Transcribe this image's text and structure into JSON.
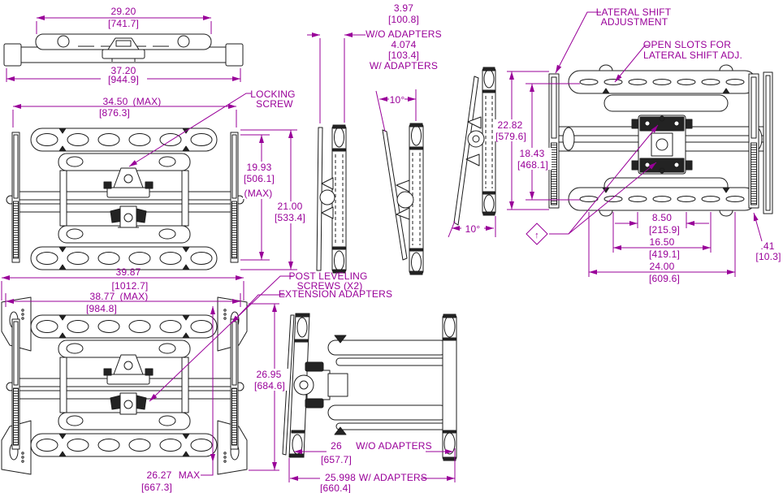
{
  "palette": {
    "dimension_color": "#990099",
    "line_color": "#1c1c1c",
    "background": "#ffffff"
  },
  "dims": {
    "top_inner": {
      "v": "29.20",
      "m": "[741.7]"
    },
    "top_outer": {
      "v": "37.20",
      "m": "[944.9]"
    },
    "depth_wo": {
      "v": "3.97",
      "m": "[100.8]",
      "note": "W/O ADAPTERS"
    },
    "depth_w": {
      "v": "4.074",
      "m": "[103.4]",
      "note": "W/ ADAPTERS"
    },
    "tilt": {
      "v": "10°"
    },
    "rear_tilt": {
      "v": "10°"
    },
    "front_width": {
      "v": "34.50",
      "max": "(MAX)",
      "m": "[876.3]"
    },
    "bracket_h": {
      "v": "19.93",
      "m": "[506.1]",
      "max": "(MAX)"
    },
    "front_h": {
      "v": "21.00",
      "m": "[533.4]"
    },
    "rear_h": {
      "v": "22.82",
      "m": "[579.6]"
    },
    "rear_slot_h": {
      "v": "18.43",
      "m": "[468.1]"
    },
    "slot_a": {
      "v": "8.50",
      "m": "[215.9]"
    },
    "slot_b": {
      "v": "16.50",
      "m": "[419.1]"
    },
    "slot_c": {
      "v": "24.00",
      "m": "[609.6]"
    },
    "rail_t": {
      "v": ".41",
      "m": "[10.3]"
    },
    "adp_outer": {
      "v": "39.87",
      "m": "[1012.7]"
    },
    "adp_max": {
      "v": "38.77",
      "max": "(MAX)",
      "m": "[984.8]"
    },
    "adp_h": {
      "v": "26.95",
      "m": "[684.6]"
    },
    "adp_hmax": {
      "v": "26.27",
      "max": "MAX",
      "m": "[667.3]"
    },
    "ext_wo": {
      "v": "26",
      "note": "W/O ADAPTERS",
      "m": "[657.7]"
    },
    "ext_w": {
      "v": "25.998",
      "note": "W/ ADAPTERS",
      "m": "[660.4]"
    }
  },
  "callouts": {
    "locking_screw": {
      "line1": "LOCKING",
      "line2": "SCREW"
    },
    "lateral_shift": {
      "line1": "LATERAL SHIFT",
      "line2": "ADJUSTMENT"
    },
    "open_slots": {
      "line1": "OPEN SLOTS FOR",
      "line2": "LATERAL SHIFT ADJ."
    },
    "post_leveling": {
      "line1": "POST LEVELING",
      "line2": "SCREWS (X2)"
    },
    "extension_adapters": {
      "line1": "EXTENSION ADAPTERS"
    },
    "datum_symbol": "↑"
  }
}
